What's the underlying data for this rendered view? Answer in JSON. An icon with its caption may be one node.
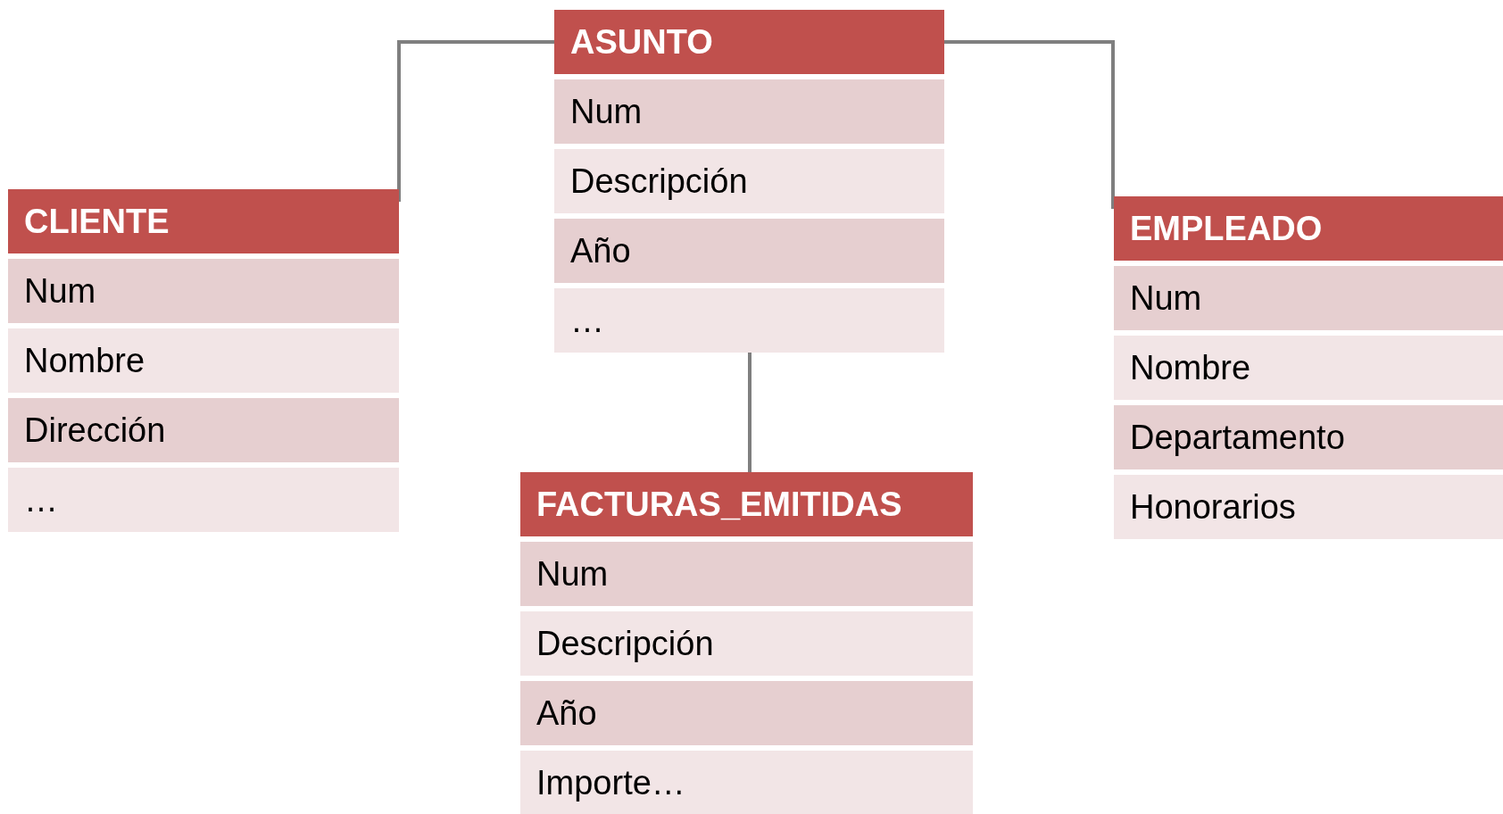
{
  "diagram": {
    "nodes": [
      {
        "text": [
          "ASUNTO",
          "Num",
          "Descripción",
          "Año",
          "…"
        ]
      },
      {
        "text": [
          "CLIENTE",
          "Num",
          "Nombre",
          "Dirección",
          "…"
        ]
      },
      {
        "text": [
          "EMPLEADO",
          "Num",
          "Nombre",
          "Departamento",
          "Honorarios"
        ]
      },
      {
        "text": [
          "FACTURAS_EMITIDAS",
          "Num",
          "Descripción",
          "Año",
          "Importe…"
        ]
      }
    ],
    "edges": [
      {
        "from": 1,
        "to": 0,
        "arrow": "none"
      },
      {
        "from": 0,
        "to": 2,
        "arrow": "none"
      },
      {
        "from": 0,
        "to": 3,
        "arrow": "none"
      }
    ]
  }
}
